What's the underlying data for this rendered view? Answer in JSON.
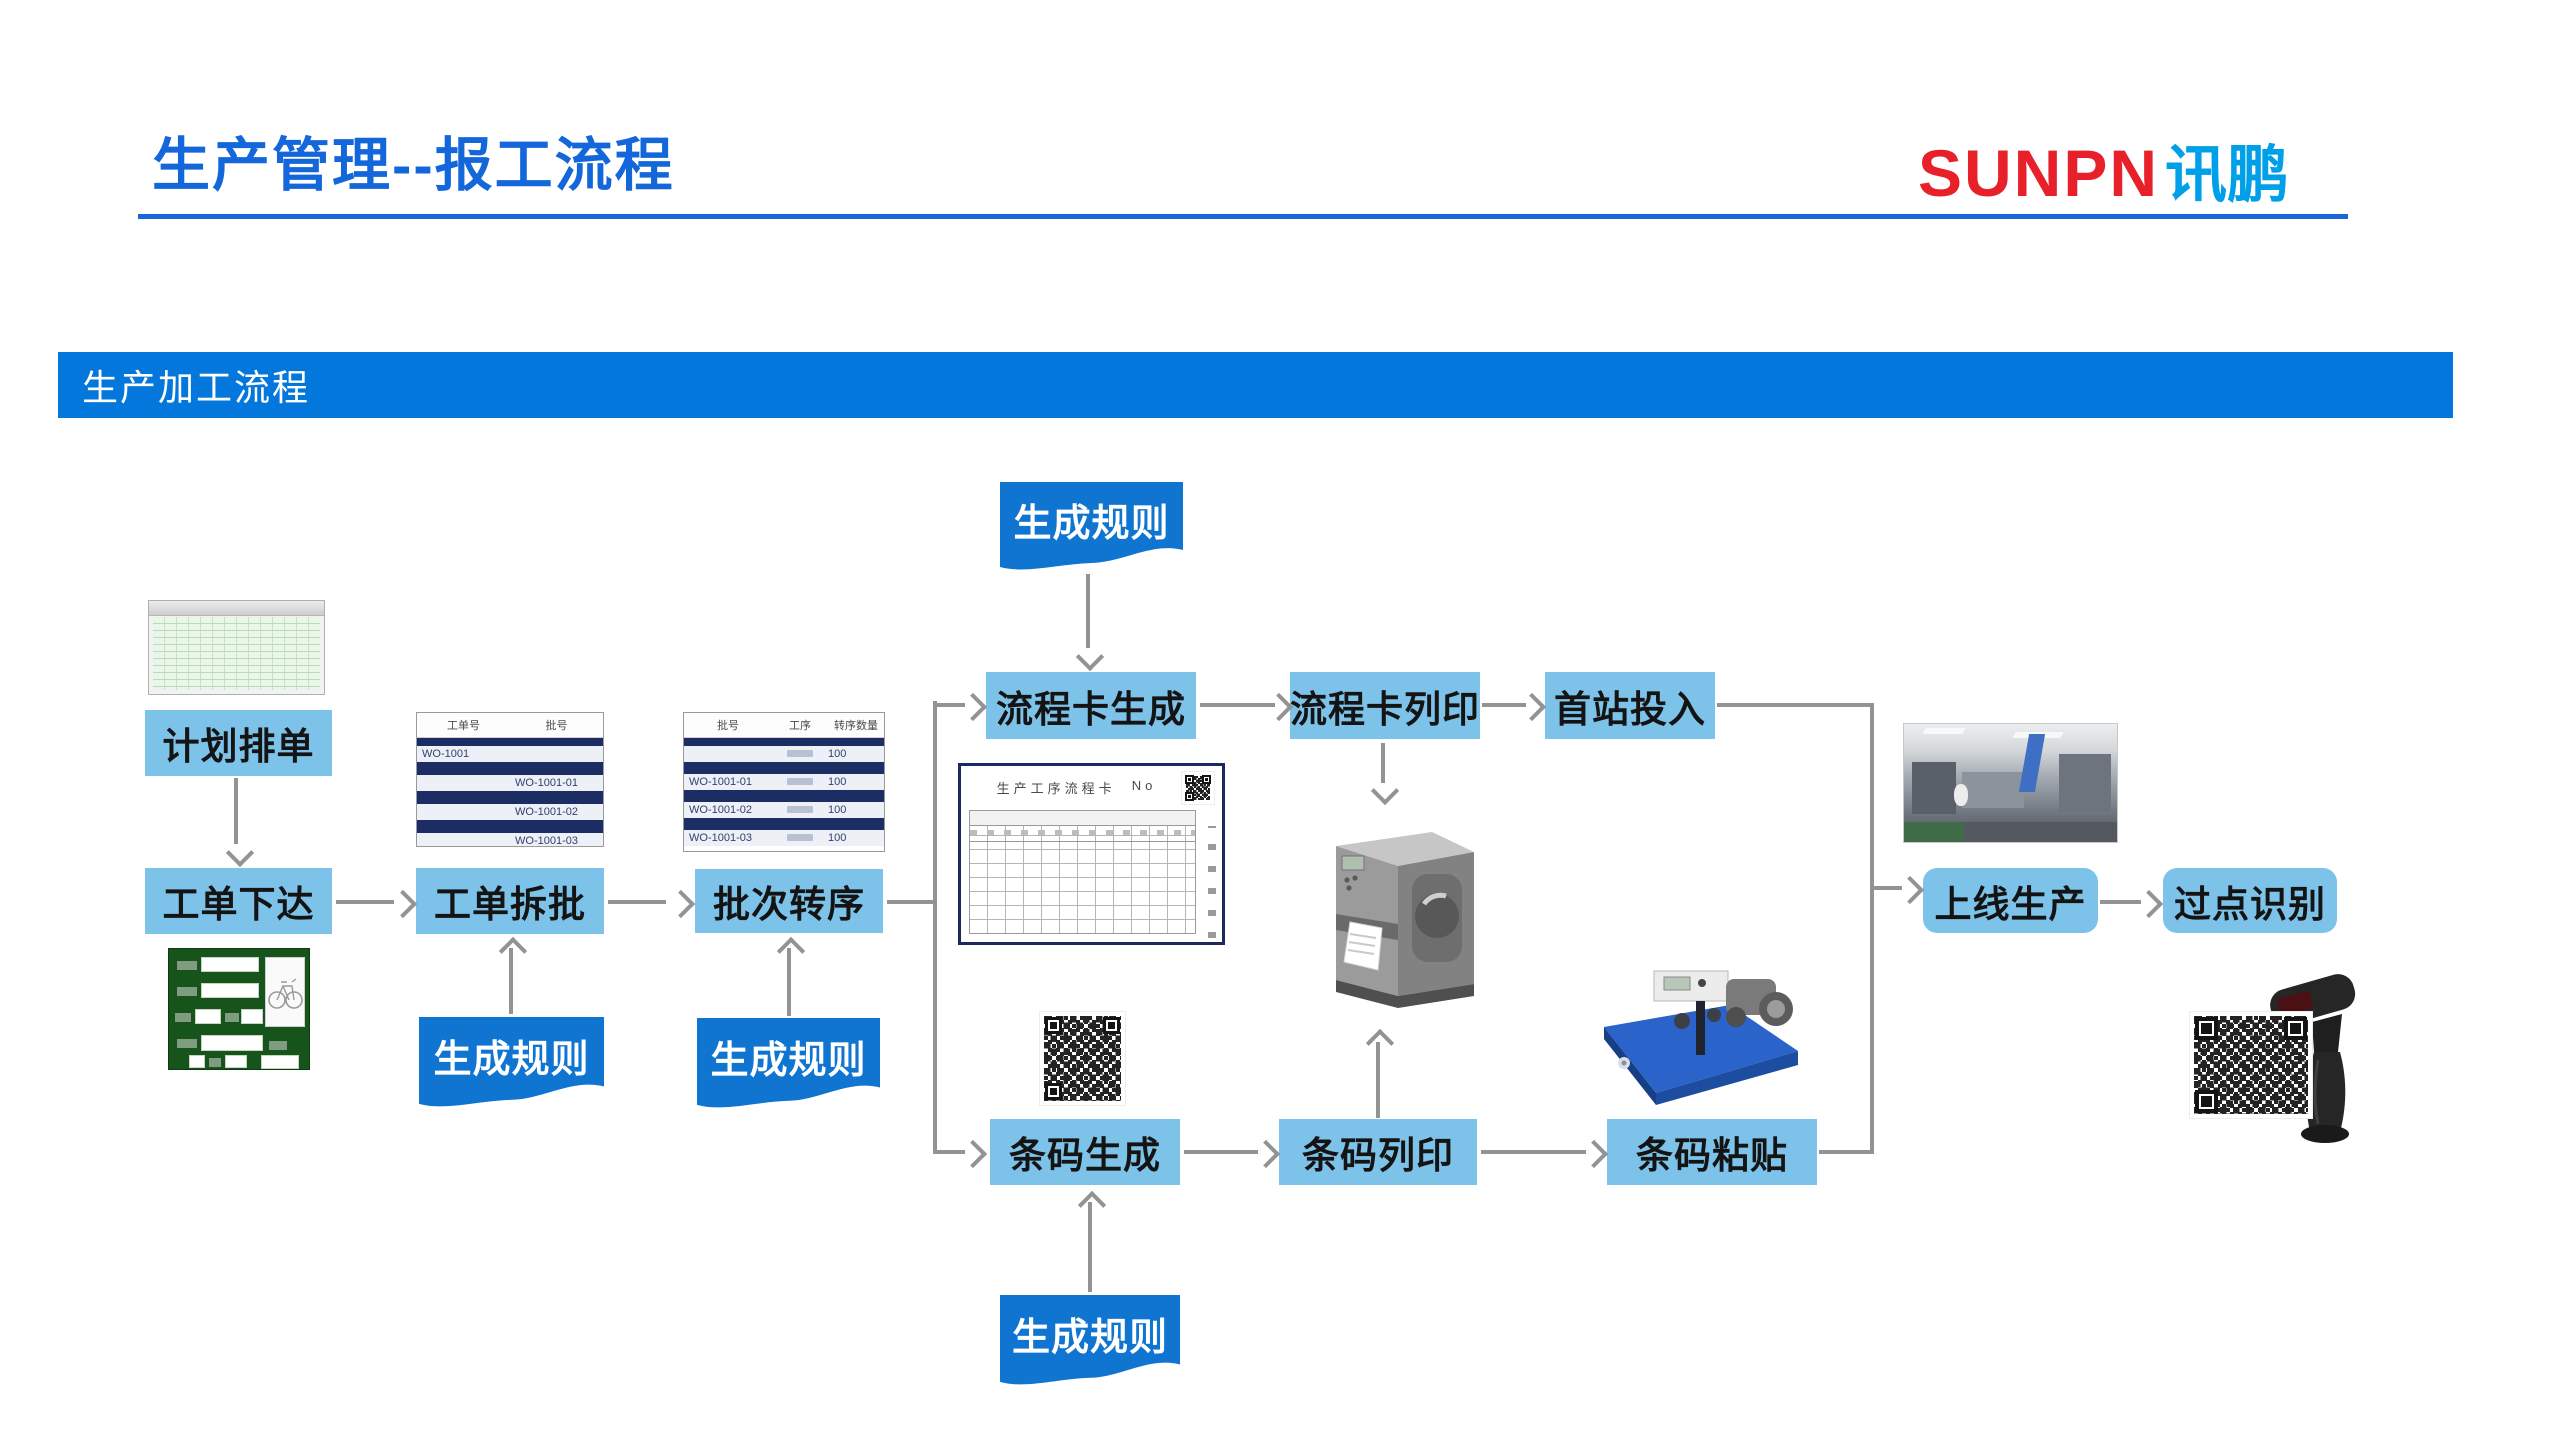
{
  "header": {
    "title": "生产管理--报工流程",
    "logo": {
      "sunpn": "SUNPN",
      "xunpeng": "讯鹏"
    }
  },
  "section": {
    "title": "生产加工流程"
  },
  "flow": {
    "rule_label": "生成规则",
    "nodes": {
      "plan_schedule": "计划排单",
      "order_release": "工单下达",
      "order_split": "工单拆批",
      "batch_transfer": "批次转序",
      "flowcard_generate": "流程卡生成",
      "flowcard_print": "流程卡列印",
      "first_station_input": "首站投入",
      "barcode_generate": "条码生成",
      "barcode_print": "条码列印",
      "barcode_paste": "条码粘贴",
      "online_production": "上线生产",
      "checkpoint_identify": "过点识别"
    }
  },
  "thumbnails": {
    "order_split_table": {
      "col_order": "工单号",
      "col_batch": "批号",
      "rows": [
        "WO-1001",
        "WO-1001-01",
        "WO-1001-02",
        "WO-1001-03"
      ]
    },
    "batch_transfer_table": {
      "col_batch": "批号",
      "col_process": "工序",
      "col_qty": "转序数量",
      "qty": "100",
      "rows": [
        "",
        "WO-1001-01",
        "WO-1001-02",
        "WO-1001-03"
      ]
    },
    "flow_card": {
      "title": "生产工序流程卡",
      "no_label": "No"
    }
  },
  "colors": {
    "title_blue": "#1467DB",
    "bar_blue": "#0377DB",
    "node_blue": "#7DC2E9",
    "banner_blue": "#0F75D1",
    "logo_red": "#E8202A",
    "logo_cyan": "#00A0E8",
    "arrow_gray": "#939393"
  }
}
